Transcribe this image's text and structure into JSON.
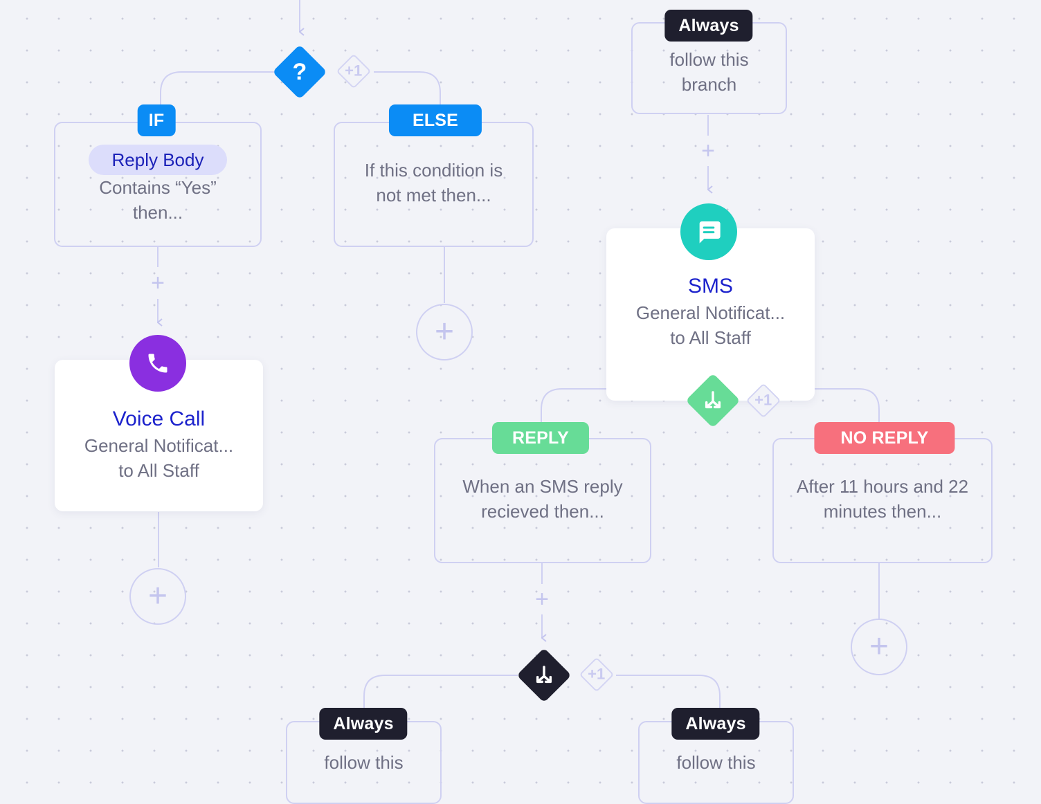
{
  "colors": {
    "connector": "#cfd0f2",
    "if_else_blue": "#0b8cf5",
    "reply_green": "#67dc97",
    "no_reply_red": "#f7707d",
    "always_dark": "#1f1f2e",
    "sms_teal": "#1fcfbf",
    "voice_purple": "#8a2fe0",
    "title_blue": "#1c22cc"
  },
  "condition": {
    "icon": "question-mark-icon",
    "symbol": "?",
    "more_branches": "+1"
  },
  "if_branch": {
    "badge": "IF",
    "field": "Reply Body",
    "description": "Contains “Yes” then..."
  },
  "else_branch": {
    "badge": "ELSE",
    "description": "If this condition is not met then..."
  },
  "always_top": {
    "badge": "Always",
    "description": "follow this branch"
  },
  "voice_call": {
    "icon": "phone-icon",
    "title": "Voice Call",
    "line1": "General Notificat...",
    "line2": "to All Staff"
  },
  "sms": {
    "icon": "chat-message-icon",
    "title": "SMS",
    "line1": "General Notificat...",
    "line2": "to All Staff",
    "split_icon": "split-arrows-icon",
    "more_branches": "+1"
  },
  "reply_branch": {
    "badge": "REPLY",
    "description": "When an SMS reply recieved then..."
  },
  "no_reply_branch": {
    "badge": "NO REPLY",
    "description": "After 11 hours and 22 minutes then..."
  },
  "split_bottom": {
    "icon": "split-arrows-icon",
    "more_branches": "+1"
  },
  "always_bottom_left": {
    "badge": "Always",
    "description": "follow this"
  },
  "always_bottom_right": {
    "badge": "Always",
    "description": "follow this"
  },
  "add_step_symbol": "+"
}
